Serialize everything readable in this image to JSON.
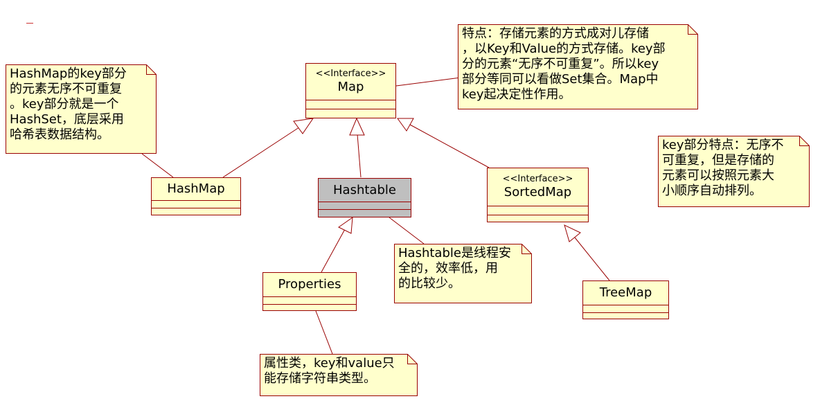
{
  "classes": {
    "map": {
      "stereotype": "<<Interface>>",
      "name": "Map"
    },
    "hashmap": {
      "name": "HashMap"
    },
    "hashtable": {
      "name": "Hashtable"
    },
    "sortedmap": {
      "stereotype": "<<Interface>>",
      "name": "SortedMap"
    },
    "properties": {
      "name": "Properties"
    },
    "treemap": {
      "name": "TreeMap"
    }
  },
  "notes": {
    "hashmap": "HashMap的key部分\n的元素无序不可重复\n。key部分就是一个\nHashSet，底层采用\n哈希表数据结构。",
    "map": "特点：存储元素的方式成对儿存储\n，以Key和Value的方式存储。key部\n分的元素“无序不可重复”。所以key\n部分等同可以看做Set集合。Map中\nkey起决定性作用。",
    "key": "key部分特点：无序不\n可重复，但是存储的\n元素可以按照元素大\n小顺序自动排列。",
    "hashtable": "Hashtable是线程安\n全的，效率低，用\n的比较少。",
    "properties": "属性类，key和value只\n能存储字符串类型。"
  },
  "colors": {
    "border": "#990000",
    "fill": "#ffffcc",
    "hashtable_fill": "#bfbfbf",
    "line": "#990000"
  }
}
